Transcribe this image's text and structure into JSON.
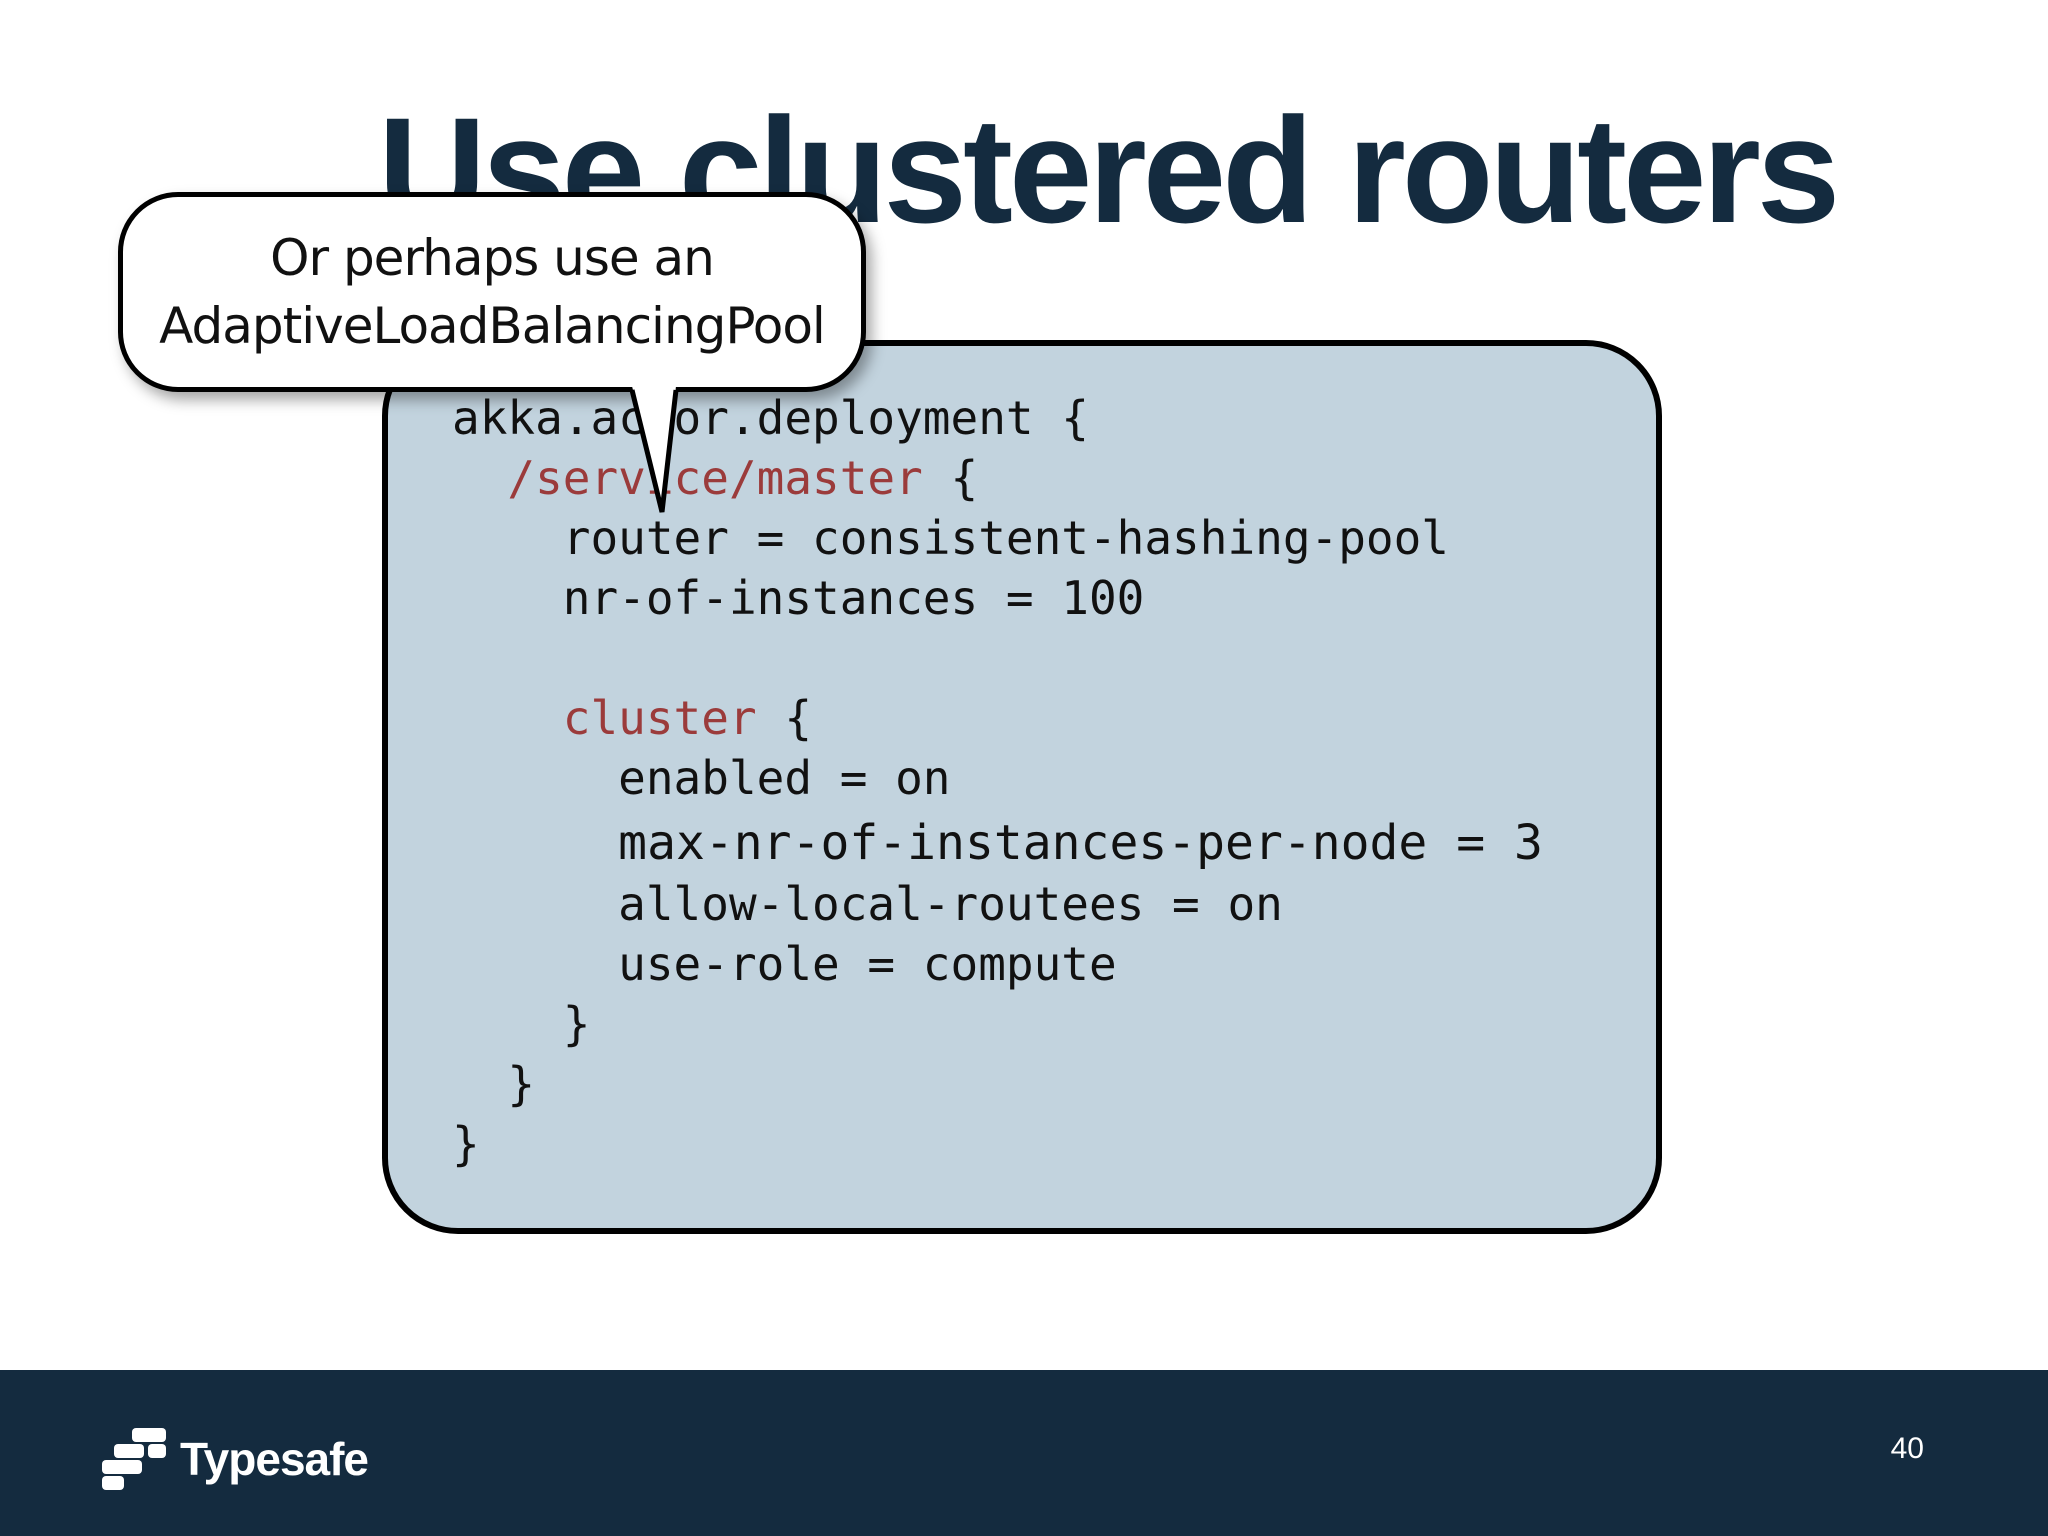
{
  "slide": {
    "title": "Use clustered routers",
    "callout": {
      "line1": "Or perhaps use an",
      "line2": "AdaptiveLoadBalancingPool"
    },
    "code": {
      "l1": "akka.actor.deployment {",
      "l2_path": "/service/master",
      "l2_brace": " {",
      "l3": "router = consistent-hashing-pool",
      "l4": "nr-of-instances = 100",
      "l6_key": "cluster",
      "l6_brace": " {",
      "l7": "enabled = on",
      "l8": "max-nr-of-instances-per-node = 3",
      "l9": "allow-local-routees = on",
      "l10": "use-role = compute",
      "l11": "}",
      "l12": "}",
      "l13": "}"
    },
    "colors": {
      "title": "#142b3f",
      "panel": "#c2d3de",
      "highlight": "#9b3b3b",
      "footer": "#142b3f"
    }
  },
  "footer": {
    "logo_text": "Typesafe",
    "logo_icon": "typesafe-logo-icon",
    "page_number": "40"
  }
}
